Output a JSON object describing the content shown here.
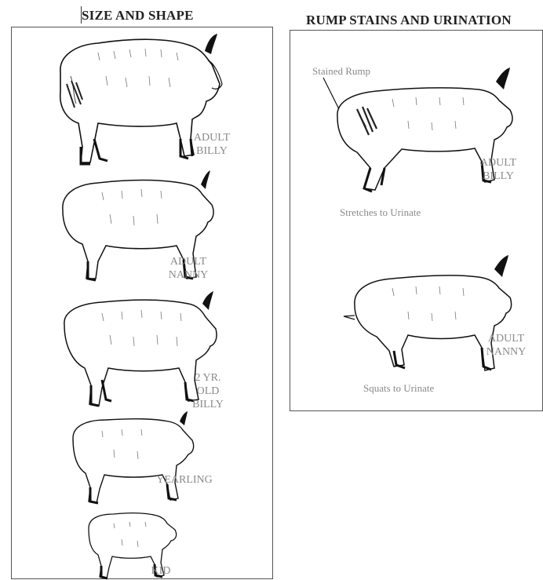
{
  "left": {
    "title": "SIZE AND SHAPE",
    "figures": [
      {
        "label": "ADULT\nBILLY"
      },
      {
        "label": "ADULT\nNANNY"
      },
      {
        "label": "2 YR.\nOLD\nBILLY"
      },
      {
        "label": "YEARLING"
      },
      {
        "label": "KID"
      }
    ]
  },
  "right": {
    "title": "RUMP STAINS AND URINATION",
    "figures": [
      {
        "label": "ADULT\nBILLY",
        "caption": "Stretches to Urinate",
        "callout": "Stained Rump"
      },
      {
        "label": "ADULT\nNANNY",
        "caption": "Squats to Urinate"
      }
    ]
  }
}
